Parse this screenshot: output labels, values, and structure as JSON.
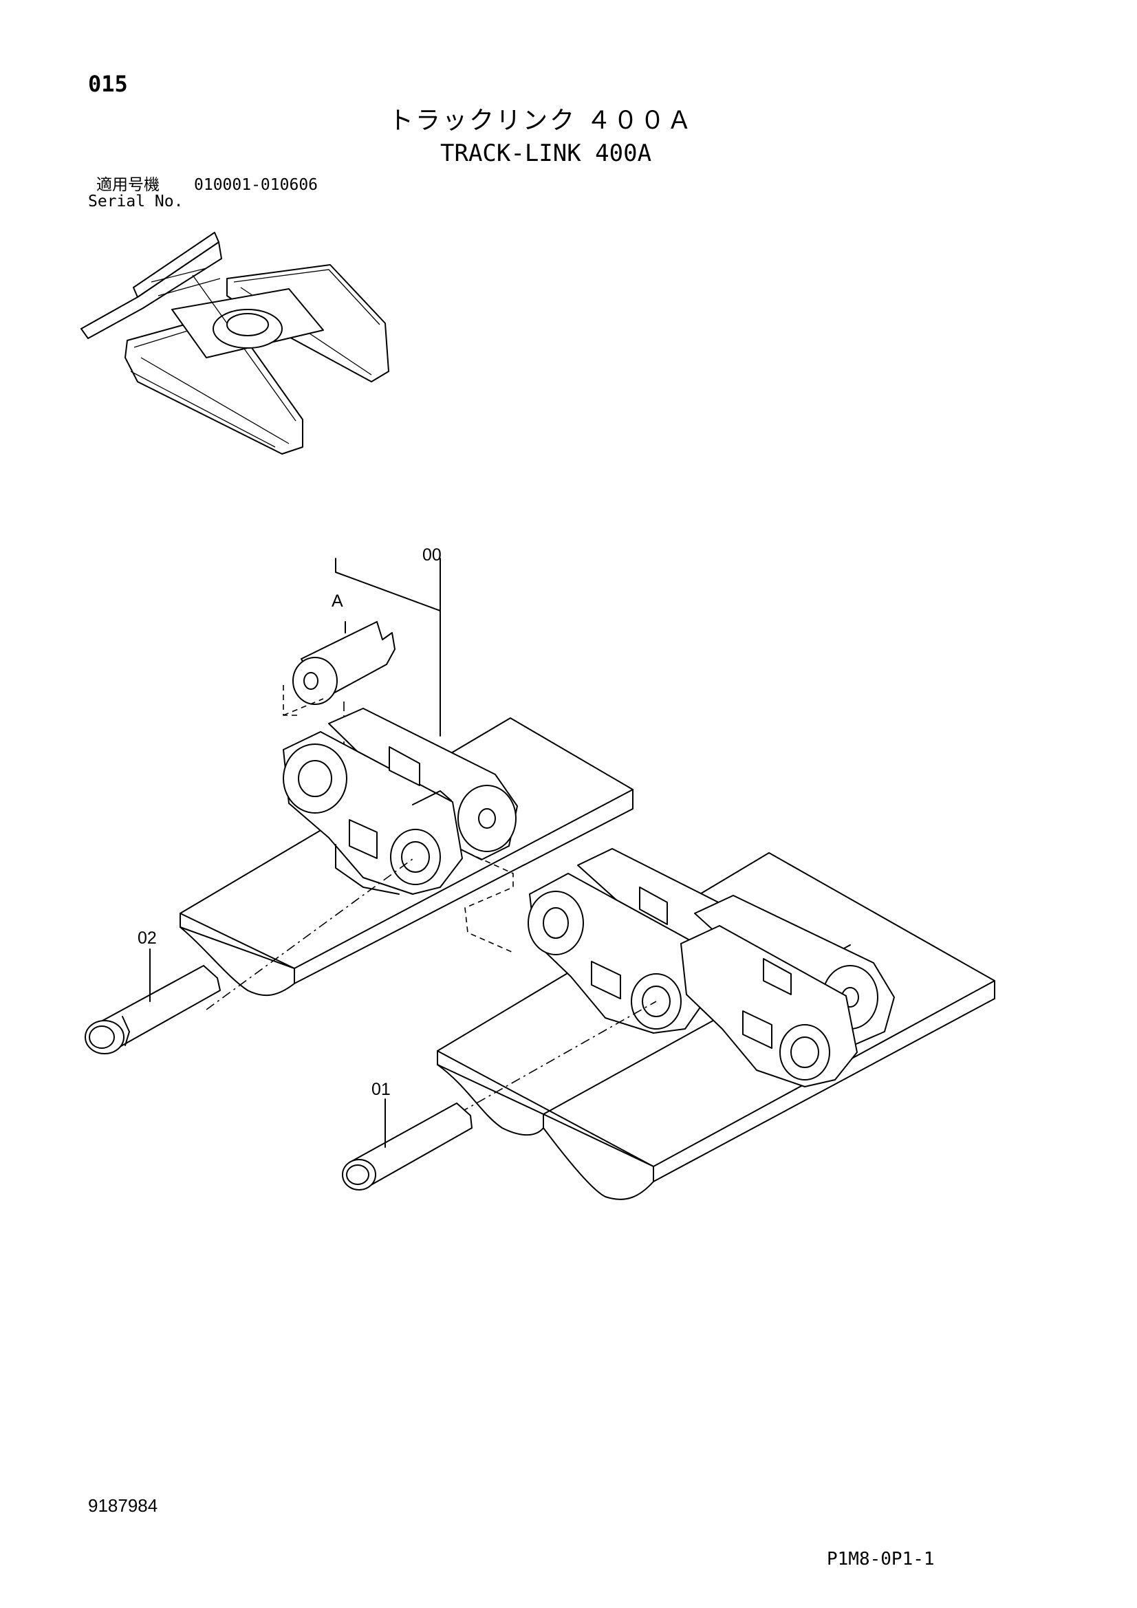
{
  "header": {
    "page_number": "015",
    "title_jp": "トラックリンク ４００Ａ",
    "title_en": "TRACK-LINK 400A"
  },
  "serial": {
    "label_jp": "適用号機",
    "range": "010001-010606",
    "label_en": "Serial No."
  },
  "callouts": {
    "assembly": "00",
    "detail": "A",
    "part_02": "02",
    "part_01": "01"
  },
  "footer": {
    "drawing_number": "9187984",
    "page_code": "P1M8-0P1-1"
  }
}
